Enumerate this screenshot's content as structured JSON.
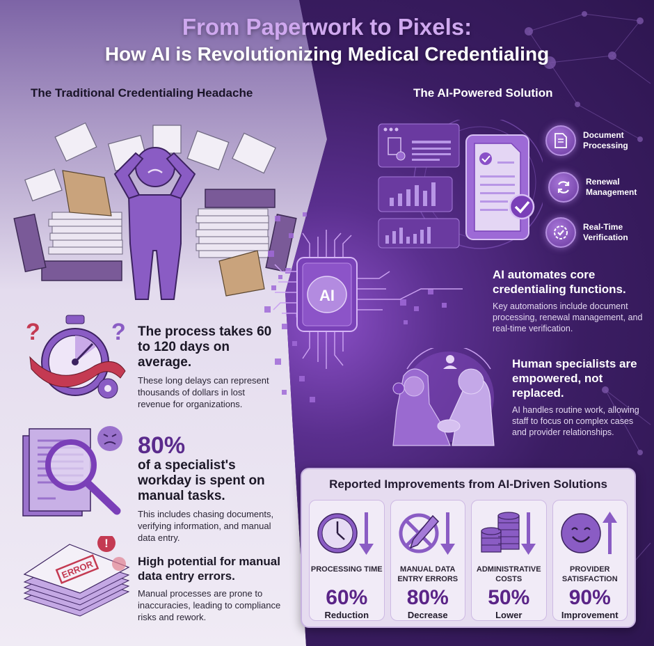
{
  "header": {
    "title_line1": "From Paperwork to Pixels:",
    "title_line2": "How AI is Revolutionizing Medical Credentialing"
  },
  "left": {
    "section_title": "The Traditional Credentialing Headache",
    "points": [
      {
        "icon": "stopwatch-ribbon-icon",
        "headline": "The process takes 60 to 120 days on average.",
        "body": "These long delays can represent thousands of dollars in lost revenue for organizations."
      },
      {
        "icon": "magnifier-document-icon",
        "stat": "80%",
        "headline": "of a specialist's workday is spent on manual tasks.",
        "body": "This includes chasing documents, verifying information, and manual data entry."
      },
      {
        "icon": "error-papers-icon",
        "badge": "ERROR",
        "headline": "High potential for manual data entry errors.",
        "body": "Manual processes are prone to inaccuracies, leading to compliance risks and rework."
      }
    ]
  },
  "right": {
    "section_title": "The AI-Powered Solution",
    "chip_label": "AI",
    "features": [
      {
        "icon": "document-icon",
        "label": "Document Processing"
      },
      {
        "icon": "refresh-icon",
        "label": "Renewal Management"
      },
      {
        "icon": "verified-badge-icon",
        "label": "Real-Time Verification"
      }
    ],
    "points": [
      {
        "headline": "AI automates core credentialing functions.",
        "body": "Key automations include document processing, renewal management, and real-time verification."
      },
      {
        "headline": "Human specialists are empowered, not replaced.",
        "body": "AI handles routine work, allowing staff to focus on complex cases and provider relationships."
      }
    ]
  },
  "improvements": {
    "title": "Reported Improvements from AI-Driven Solutions",
    "cards": [
      {
        "icon": "clock-icon",
        "arrow": "down",
        "metric": "PROCESSING TIME",
        "value": "60%",
        "descriptor": "Reduction"
      },
      {
        "icon": "no-pencil-icon",
        "arrow": "down",
        "metric": "MANUAL DATA ENTRY ERRORS",
        "value": "80%",
        "descriptor": "Decrease"
      },
      {
        "icon": "coins-icon",
        "arrow": "down",
        "metric": "ADMINISTRATIVE COSTS",
        "value": "50%",
        "descriptor": "Lower"
      },
      {
        "icon": "smiley-icon",
        "arrow": "up",
        "metric": "PROVIDER SATISFACTION",
        "value": "90%",
        "descriptor": "Improvement"
      }
    ]
  },
  "colors": {
    "accent_purple": "#5a2487",
    "light_purple": "#cfa8ef",
    "dark_bg": "#3b1d63",
    "light_bg": "#f0ebf5",
    "error_red": "#d03a4a"
  }
}
